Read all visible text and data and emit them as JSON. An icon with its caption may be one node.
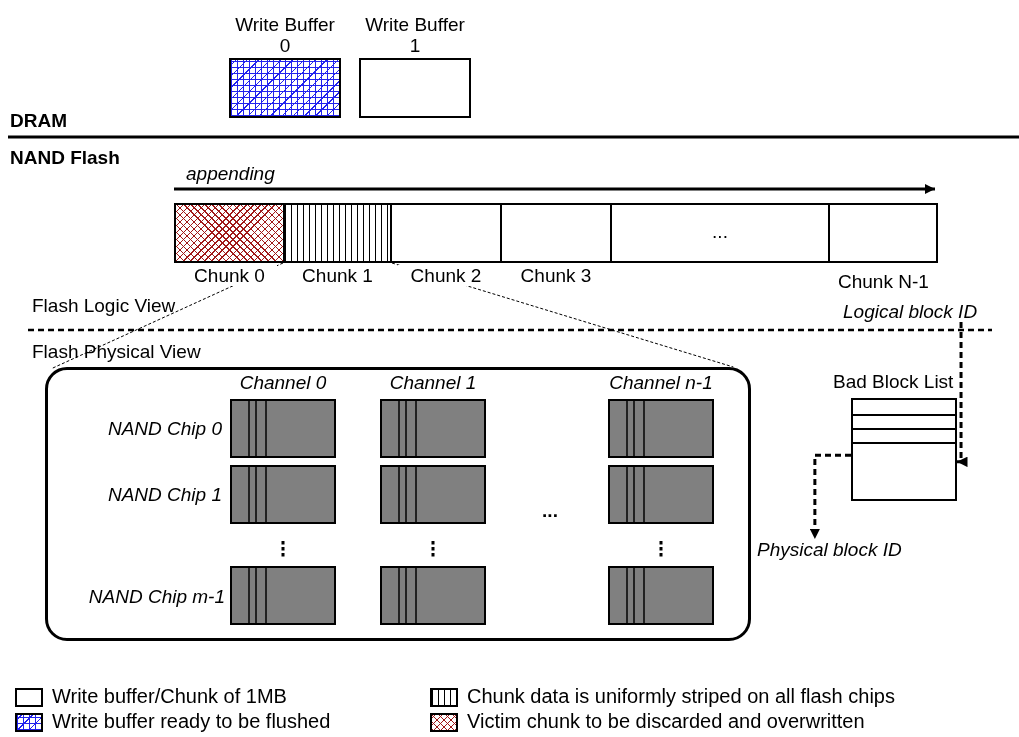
{
  "diagram": {
    "nodes": [
      {
        "text": [
          "Write Buffer 0"
        ]
      },
      {
        "text": [
          "Write Buffer 1"
        ]
      },
      {
        "text": [
          "Chunk 0"
        ]
      },
      {
        "text": [
          "Chunk 1"
        ]
      },
      {
        "text": [
          "Chunk 2"
        ]
      },
      {
        "text": [
          "Chunk 3"
        ]
      },
      {
        "text": [
          "..."
        ]
      },
      {
        "text": [
          "Chunk N-1"
        ]
      },
      {
        "text": [
          "Logical block ID"
        ]
      },
      {
        "text": [],
        "shape": "box"
      },
      {
        "text": [],
        "shape": "box",
        "in": 9,
        "beside": [
          "Channel 0",
          "NAND Chip 0"
        ]
      },
      {
        "text": [],
        "shape": "box",
        "in": 9,
        "beside": [
          "Channel 1"
        ]
      },
      {
        "text": [],
        "shape": "box",
        "in": 9,
        "beside": [
          "Channel n-1"
        ]
      },
      {
        "text": [],
        "shape": "box",
        "in": 9,
        "beside": [
          "NAND Chip 1"
        ]
      },
      {
        "text": [],
        "shape": "box",
        "in": 9
      },
      {
        "text": [],
        "shape": "box",
        "in": 9
      },
      {
        "text": [],
        "shape": "box",
        "in": 9,
        "beside": [
          "NAND Chip m-1"
        ]
      },
      {
        "text": [],
        "shape": "box",
        "in": 9
      },
      {
        "text": [],
        "shape": "box",
        "in": 9
      },
      {
        "text": [
          "Bad Block List"
        ]
      },
      {
        "text": [
          "Physical block ID"
        ]
      }
    ],
    "edges": [
      {
        "from": 3,
        "to": 9,
        "arrow": "none",
        "style": "dashed"
      },
      {
        "from": 3,
        "to": 9,
        "arrow": "none",
        "style": "dashed"
      },
      {
        "from": 8,
        "to": 19,
        "arrow": "to",
        "style": "dashed"
      },
      {
        "from": 19,
        "to": 20,
        "arrow": "to",
        "style": "dashed"
      }
    ],
    "labels": [
      "DRAM",
      "NAND Flash",
      "appending",
      "Flash Logic View",
      "Flash Physical View",
      "..."
    ],
    "legend": [
      {
        "text": "Write buffer/Chunk of 1MB"
      },
      {
        "text": "Chunk data is uniformly striped on all flash chips"
      },
      {
        "text": "Write buffer ready to be flushed"
      },
      {
        "text": "Victim chunk to be discarded and overwritten"
      }
    ]
  }
}
